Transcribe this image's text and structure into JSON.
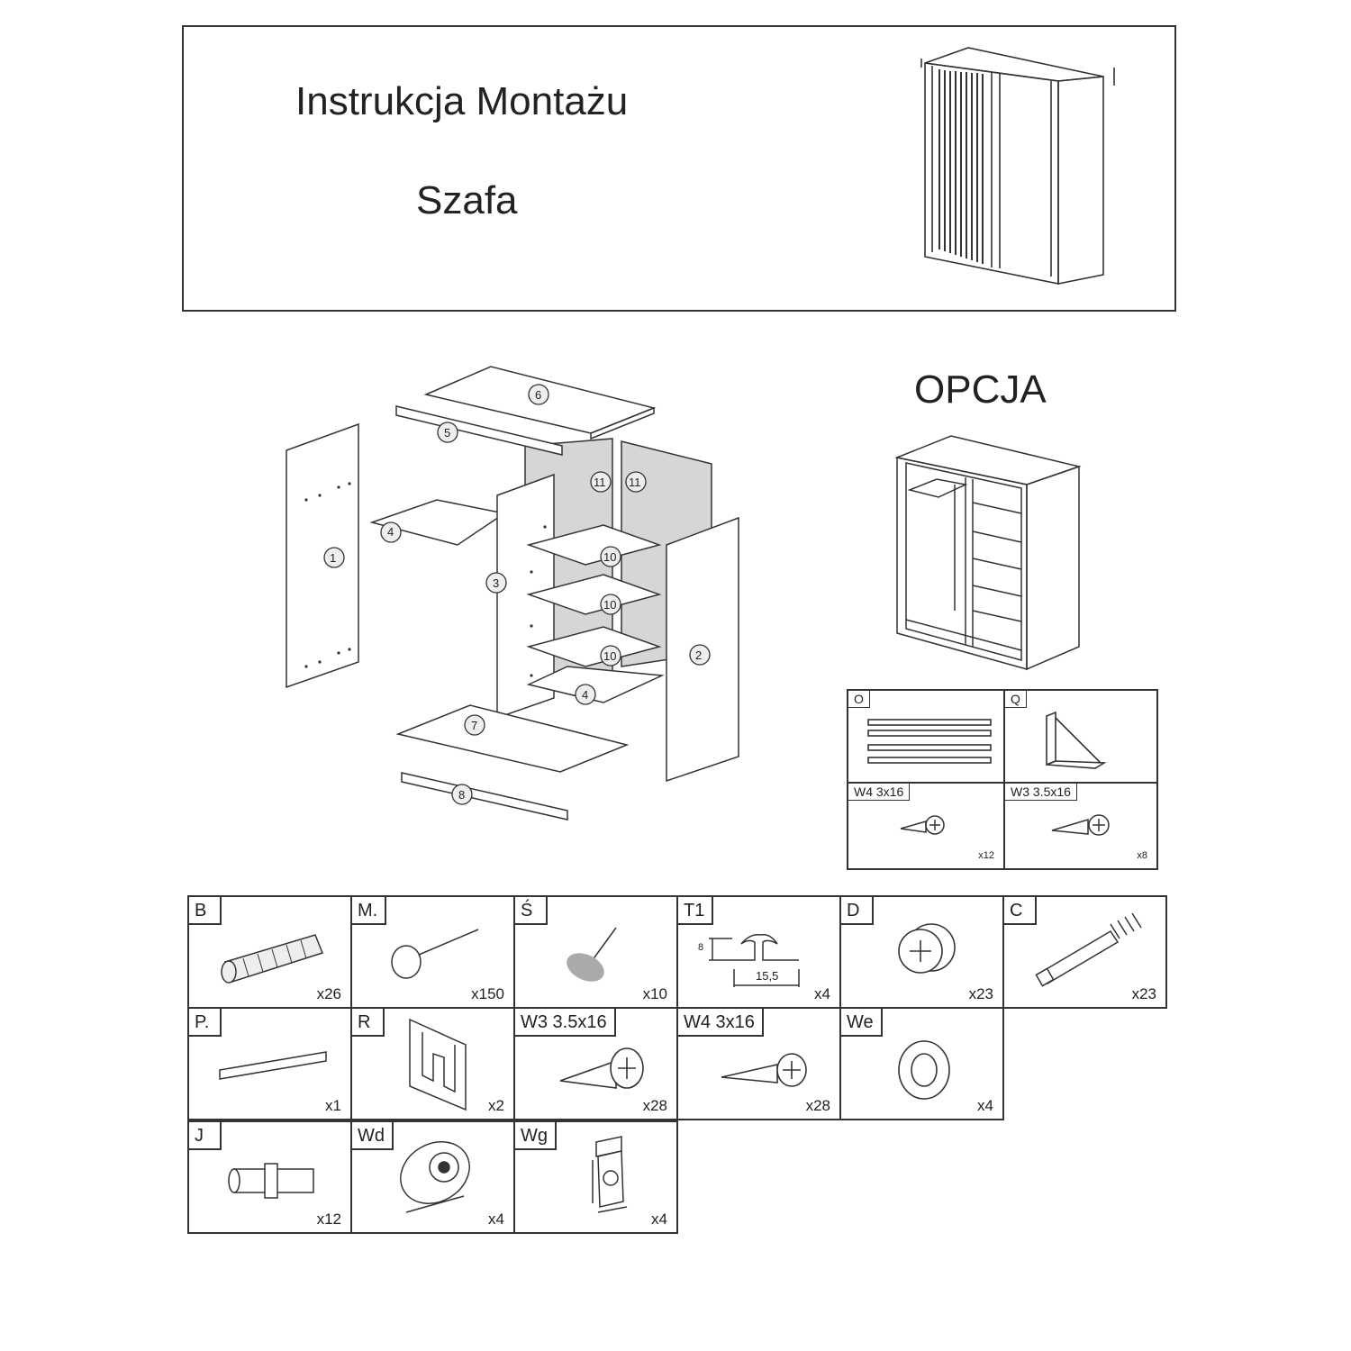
{
  "header": {
    "title": "Instrukcja Montażu",
    "subtitle": "Szafa"
  },
  "option": {
    "title": "OPCJA",
    "parts": [
      {
        "code": "O",
        "qty": ""
      },
      {
        "code": "Q",
        "qty": ""
      },
      {
        "code": "W4 3x16",
        "qty": "x12"
      },
      {
        "code": "W3 3.5x16",
        "qty": "x8"
      }
    ]
  },
  "panels": [
    "1",
    "2",
    "3",
    "4",
    "4",
    "5",
    "6",
    "7",
    "8",
    "10",
    "10",
    "10",
    "11",
    "11"
  ],
  "hardware": [
    {
      "code": "B",
      "qty": "x26",
      "icon": "dowel-icon"
    },
    {
      "code": "M.",
      "qty": "x150",
      "icon": "nail-icon"
    },
    {
      "code": "Ś",
      "qty": "x10",
      "icon": "pin-icon"
    },
    {
      "code": "T1",
      "qty": "x4",
      "icon": "t-profile-icon",
      "dim_h": "8",
      "dim_w": "15,5"
    },
    {
      "code": "D",
      "qty": "x23",
      "icon": "cam-lock-icon"
    },
    {
      "code": "C",
      "qty": "x23",
      "icon": "cam-bolt-icon"
    },
    {
      "code": "P.",
      "qty": "x1",
      "icon": "rail-icon"
    },
    {
      "code": "R",
      "qty": "x2",
      "icon": "bracket-icon"
    },
    {
      "code": "W3 3.5x16",
      "qty": "x28",
      "icon": "screw-icon"
    },
    {
      "code": "W4 3x16",
      "qty": "x28",
      "icon": "screw-icon"
    },
    {
      "code": "We",
      "qty": "x4",
      "icon": "washer-icon"
    },
    {
      "code": "J",
      "qty": "x12",
      "icon": "connector-icon"
    },
    {
      "code": "Wd",
      "qty": "x4",
      "icon": "lower-roller-icon"
    },
    {
      "code": "Wg",
      "qty": "x4",
      "icon": "upper-roller-icon"
    }
  ]
}
